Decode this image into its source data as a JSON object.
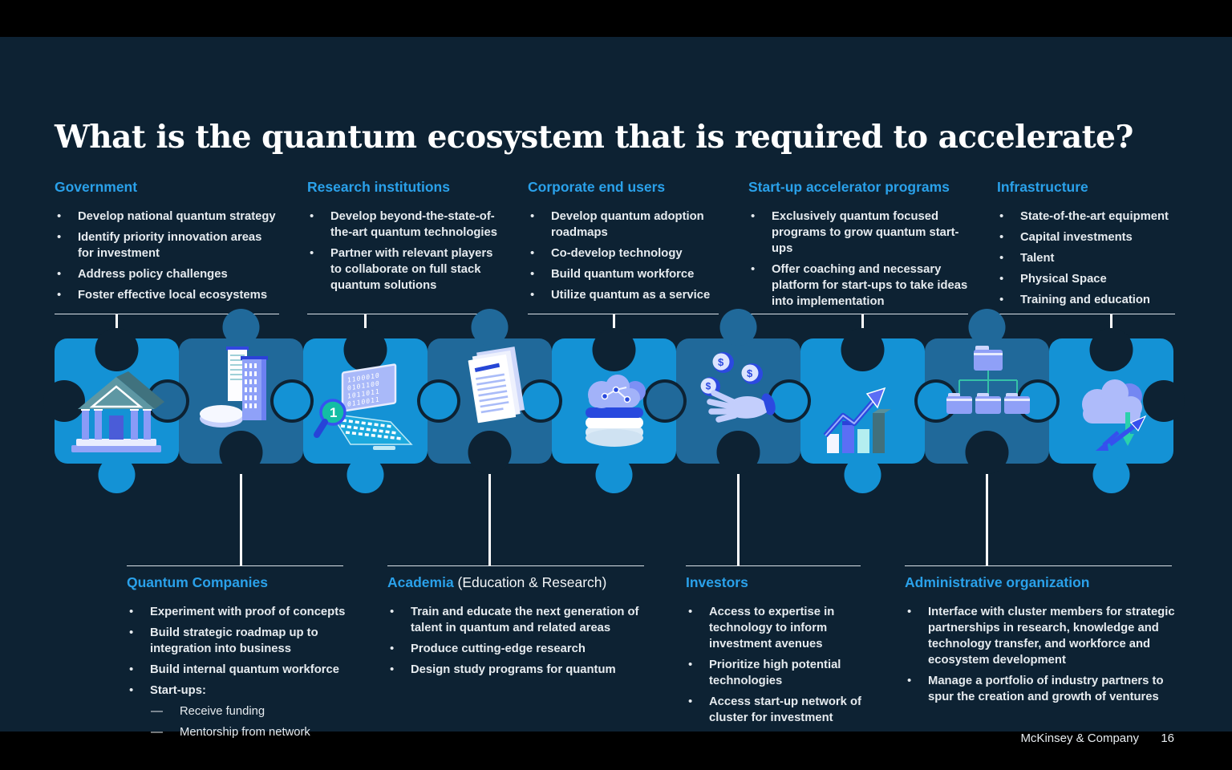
{
  "slide": {
    "title": "What is the quantum ecosystem that is required to accelerate?",
    "footer": {
      "brand": "McKinsey & Company",
      "page": "16"
    }
  },
  "colors": {
    "background": "#000000",
    "slide_bg": "#0d2233",
    "heading_blue": "#2aa1ea",
    "body_text": "#e6ebef",
    "puzzle_bright": "#1492d5",
    "puzzle_dark": "#20699a",
    "connector": "#ffffff"
  },
  "top_sections": [
    {
      "id": "government",
      "title": "Government",
      "icon": "bank-icon",
      "bullets": [
        "Develop national quantum strategy",
        "Identify priority innovation areas for investment",
        "Address policy challenges",
        "Foster effective local ecosystems"
      ]
    },
    {
      "id": "research-institutions",
      "title": "Research institutions",
      "icon": "laptop-search-icon",
      "bullets": [
        "Develop beyond-the-state-of-the-art quantum technologies",
        "Partner with relevant players to collaborate on full stack quantum solutions"
      ]
    },
    {
      "id": "corporate-end-users",
      "title": "Corporate end users",
      "icon": "cloud-database-icon",
      "bullets": [
        "Develop quantum adoption roadmaps",
        "Co-develop technology",
        "Build quantum workforce",
        "Utilize quantum as a service"
      ]
    },
    {
      "id": "startup-accelerator-programs",
      "title": "Start-up accelerator programs",
      "icon": "growth-chart-icon",
      "bullets": [
        "Exclusively quantum focused programs to grow quantum start-ups",
        "Offer coaching and necessary platform for start-ups to take ideas into implementation"
      ]
    },
    {
      "id": "infrastructure",
      "title": "Infrastructure",
      "icon": "cloud-transfer-icon",
      "bullets": [
        "State-of-the-art equipment",
        "Capital investments",
        "Talent",
        "Physical Space",
        "Training and education"
      ]
    }
  ],
  "bottom_sections": [
    {
      "id": "quantum-companies",
      "title": "Quantum Companies",
      "title_suffix": "",
      "icon": "buildings-icon",
      "bullets": [
        "Experiment with proof of concepts",
        "Build strategic roadmap up to integration into business",
        "Build internal quantum workforce",
        {
          "text": "Start-ups:",
          "bold": true,
          "subs": [
            "Receive funding",
            "Mentorship from network"
          ]
        }
      ]
    },
    {
      "id": "academia",
      "title": "Academia",
      "title_suffix": " (Education & Research)",
      "icon": "documents-icon",
      "bullets": [
        "Train and educate the next generation of talent in quantum and related areas",
        "Produce cutting-edge research",
        "Design study programs for quantum"
      ]
    },
    {
      "id": "investors",
      "title": "Investors",
      "title_suffix": "",
      "icon": "coins-hand-icon",
      "bullets": [
        "Access to expertise in technology to inform investment avenues",
        "Prioritize high potential technologies",
        "Access start-up network of cluster for investment"
      ]
    },
    {
      "id": "administrative-organization",
      "title": "Administrative organization",
      "title_suffix": "",
      "icon": "org-chart-icon",
      "bullets": [
        "Interface with cluster members for strategic partnerships in research, knowledge and technology transfer, and workforce and ecosystem development",
        "Manage a portfolio of industry partners to spur the creation and growth of ventures"
      ]
    }
  ],
  "puzzle": {
    "pieces": [
      {
        "icon": "bank-icon",
        "section": "government",
        "tone": "bright"
      },
      {
        "icon": "buildings-icon",
        "section": "quantum-companies",
        "tone": "dark"
      },
      {
        "icon": "laptop-search-icon",
        "section": "research-institutions",
        "tone": "bright"
      },
      {
        "icon": "documents-icon",
        "section": "academia",
        "tone": "dark"
      },
      {
        "icon": "cloud-database-icon",
        "section": "corporate-end-users",
        "tone": "bright"
      },
      {
        "icon": "coins-hand-icon",
        "section": "investors",
        "tone": "dark"
      },
      {
        "icon": "growth-chart-icon",
        "section": "startup-accelerator-programs",
        "tone": "bright"
      },
      {
        "icon": "org-chart-icon",
        "section": "administrative-organization",
        "tone": "dark"
      },
      {
        "icon": "cloud-transfer-icon",
        "section": "infrastructure",
        "tone": "bright"
      }
    ]
  },
  "icons": {
    "laptop_binary_rows": [
      "1100010",
      "0101100",
      "1011011",
      "0110011"
    ],
    "magnifier_digit": "1",
    "coin_symbol": "$"
  }
}
